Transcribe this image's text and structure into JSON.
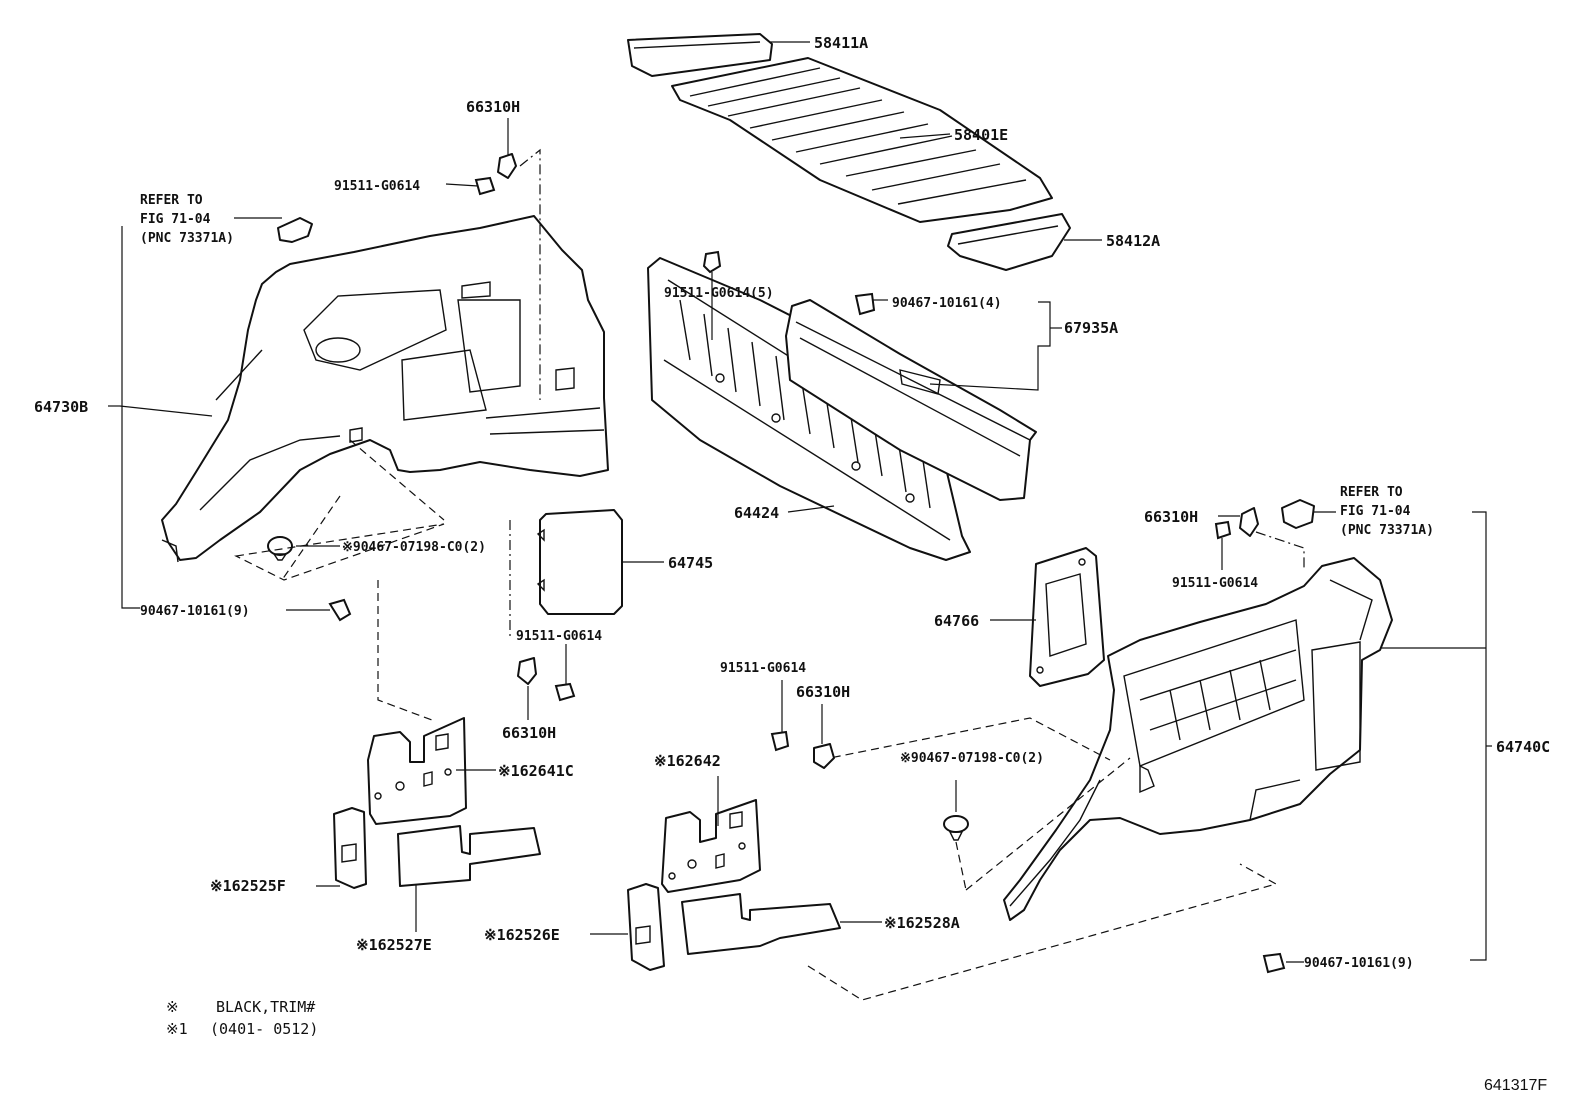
{
  "labels": {
    "p58411a": "58411A",
    "p66310h_top": "66310H",
    "p58401e": "58401E",
    "p91511_top": "91511-G0614",
    "refer_left_1": "REFER TO",
    "refer_left_2": "FIG 71-04",
    "refer_left_3": "(PNC 73371A)",
    "p58412a": "58412A",
    "p91511_5": "91511-G0614(5)",
    "p90467_4": "90467-10161(4)",
    "p67935a": "67935A",
    "p64730b": "64730B",
    "p64424": "64424",
    "refer_right_1": "REFER TO",
    "refer_right_2": "FIG 71-04",
    "refer_right_3": "(PNC 73371A)",
    "p66310h_right": "66310H",
    "p90467_07198_left": "※90467-07198-C0(2)",
    "p64745": "64745",
    "p91511_right": "91511-G0614",
    "p90467_9_left": "90467-10161(9)",
    "p64766": "64766",
    "p91511_mid": "91511-G0614",
    "p66310h_midleft": "66310H",
    "p91511_mid2": "91511-G0614",
    "p66310h_mid": "66310H",
    "p90467_07198_right": "※90467-07198-C0(2)",
    "p64740c": "64740C",
    "p162642": "※162642",
    "p162641c": "※162641C",
    "p162525f": "※162525F",
    "p162528a": "※162528A",
    "p162527e": "※162527E",
    "p162526e": "※162526E",
    "p90467_9_right": "90467-10161(9)"
  },
  "legend": {
    "line1_mark": "※",
    "line1_text": "BLACK,TRIM#",
    "line2_mark": "※1",
    "line2_text": "(0401-  0512)"
  },
  "figure_code": "641317F"
}
